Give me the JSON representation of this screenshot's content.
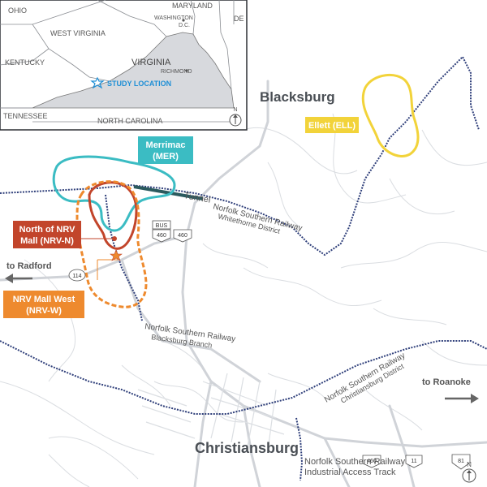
{
  "inset": {
    "states": [
      "OHIO",
      "MARYLAND",
      "WEST VIRGINIA",
      "KENTUCKY",
      "VIRGINIA",
      "TENNESSEE",
      "NORTH CAROLINA"
    ],
    "state_abbrev_de": "DE",
    "cities": [
      "WASHINGTON",
      "D.C.",
      "RICHMOND"
    ],
    "study_location": "STUDY LOCATION",
    "north_label": "N"
  },
  "places": {
    "blacksburg": "Blacksburg",
    "christiansburg": "Christiansburg"
  },
  "callouts": {
    "merrimac": [
      "Merrimac",
      "(MER)"
    ],
    "ellett": "Ellett (ELL)",
    "north_nrv": [
      "North of NRV",
      "Mall (NRV-N)"
    ],
    "nrv_west": [
      "NRV Mall West",
      "(NRV-W)"
    ]
  },
  "directions": {
    "to_radford": "to Radford",
    "to_roanoke": "to Roanoke"
  },
  "railway_labels": {
    "tunnel": "Tunnel",
    "ns_whitethorne_1": "Norfolk Southern Railway",
    "ns_whitethorne_2": "Whitethorne District",
    "ns_blacksburg_1": "Norfolk Southern Railway",
    "ns_blacksburg_2": "Blacksburg Branch",
    "ns_christiansburg_1": "Norfolk Southern Railway",
    "ns_christiansburg_2": "Christiansburg District",
    "ns_industrial_1": "Norfolk Southern Railway",
    "ns_industrial_2": "Industrial Access Track"
  },
  "shields": {
    "bus": "BUS",
    "us460_a": "460",
    "us460_b": "460",
    "route114": "114",
    "us460_c": "460",
    "route11": "11",
    "i81": "81"
  },
  "north_label": "N",
  "colors": {
    "merrimac": "#3bbcc3",
    "ellett": "#f2d33a",
    "north_nrv": "#c2452b",
    "nrv_west": "#ee8a2e",
    "rail": "#2f3f7a",
    "roads": "#cfd2d6",
    "star": "#1e8fd6"
  }
}
